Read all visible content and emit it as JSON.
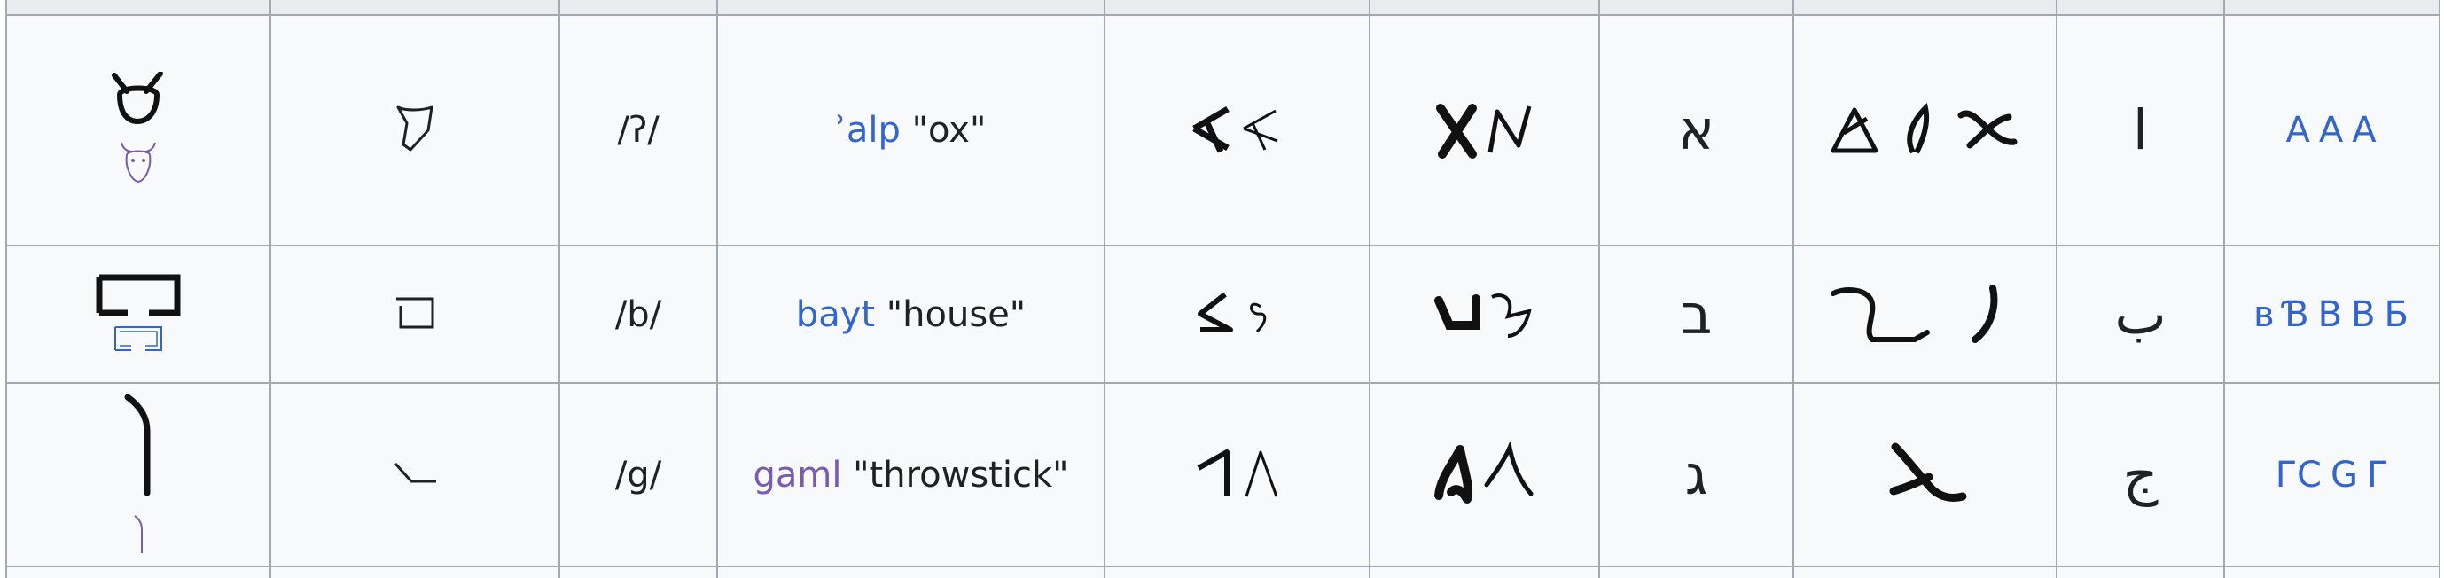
{
  "rows": [
    {
      "meaning_word": "ʾalp",
      "meaning_gloss": "\"ox\"",
      "ipa": "/ʔ/",
      "hebrew": "א",
      "arabic": "ا",
      "greek": [
        "Α",
        "Α",
        "A"
      ],
      "icons": {
        "egyptian": "ox-head-hieroglyph-icon",
        "egyptian_small": "ox-head-outline-icon",
        "proto": "proto-sinaitic-alp-icon",
        "phoenician": "phoenician-aleph-icon",
        "aramaic": "aramaic-aleph-icon",
        "syriac": "syriac-alaph-icon"
      }
    },
    {
      "meaning_word": "bayt",
      "meaning_gloss": "\"house\"",
      "ipa": "/b/",
      "hebrew": "ב",
      "arabic": "ب",
      "greek": [
        "ʙ",
        "Ɓ",
        "Β",
        "B",
        "Б"
      ],
      "icons": {
        "egyptian": "house-plan-hieroglyph-icon",
        "egyptian_small": "house-plan-outline-icon",
        "proto": "proto-sinaitic-bet-icon",
        "phoenician": "phoenician-bet-icon",
        "aramaic": "aramaic-bet-icon",
        "syriac": "syriac-beth-icon"
      }
    },
    {
      "meaning_word": "gaml",
      "meaning_gloss": "\"throwstick\"",
      "ipa": "/g/",
      "hebrew": "ג",
      "arabic": "ج",
      "greek": [
        "ΓC",
        "G",
        "Γ"
      ],
      "icons": {
        "egyptian": "throwstick-hieroglyph-icon",
        "egyptian_small": "throwstick-outline-icon",
        "proto": "proto-sinaitic-gimel-icon",
        "phoenician": "phoenician-gimel-icon",
        "aramaic": "aramaic-gimel-icon",
        "syriac": "syriac-gamal-icon"
      }
    }
  ],
  "colors": {
    "border": "#a2a9b1",
    "cell_bg": "#f8f9fa",
    "link": "#3366cc",
    "visited_link": "#795cb2",
    "text": "#202122"
  }
}
